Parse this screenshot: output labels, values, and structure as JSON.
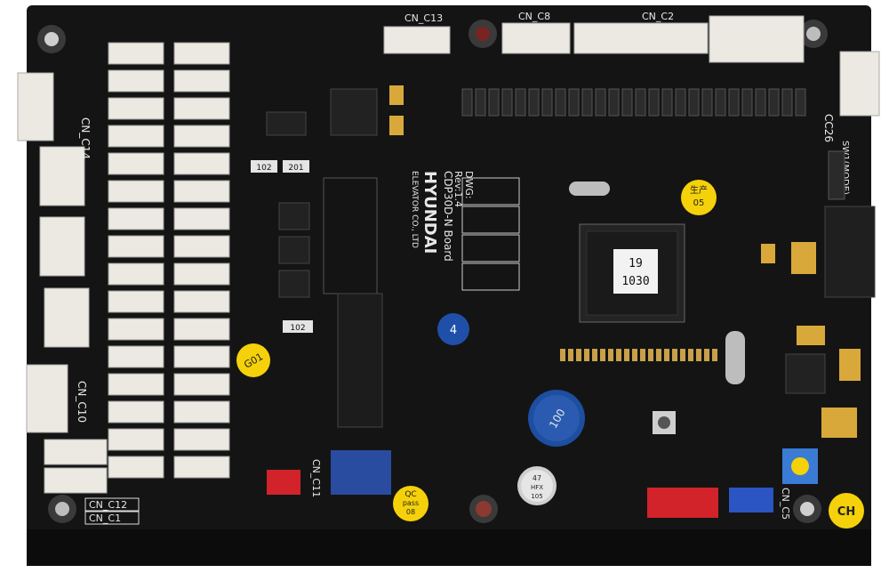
{
  "board": {
    "brand": "HYUNDAI",
    "maker": "ELEVATOR CO., LTD",
    "model": "CDP30D-N Board",
    "revision": "Rev:1.4",
    "dwg": "DWG:",
    "chip_label_top": "19",
    "chip_label_bottom": "1030"
  },
  "connectors": {
    "cn_c14": "CN_C14",
    "cn_c10": "CN_C10",
    "cn_c12": "CN_C12",
    "cn_c1": "CN_C1",
    "cn_c13": "CN_C13",
    "cn_c8": "CN_C8",
    "cn_c2": "CN_C2",
    "cc26": "CC26",
    "sw1": "SW1(MODE)",
    "cn_c5": "CN_C5",
    "cn_c11": "CN_C11"
  },
  "stickers": {
    "production_cn": "生产",
    "production_num": "05",
    "g01": "G01",
    "blue_num": "4",
    "qc_line1": "QC",
    "qc_line2": "pass",
    "qc_line3": "08",
    "ch": "CH"
  },
  "components": {
    "inductor": "100",
    "capacitor_line1": "47",
    "capacitor_line2": "HFX",
    "capacitor_line3": "105",
    "resistor_a": "102",
    "resistor_b": "201",
    "resistor_c": "102"
  },
  "colors": {
    "pcb": "#141414",
    "connector": "#ece9e2",
    "sticker_yellow": "#f5d10a",
    "sticker_blue": "#1f4fa8",
    "red_connector": "#d2232a",
    "blue_connector": "#2a55c2"
  }
}
